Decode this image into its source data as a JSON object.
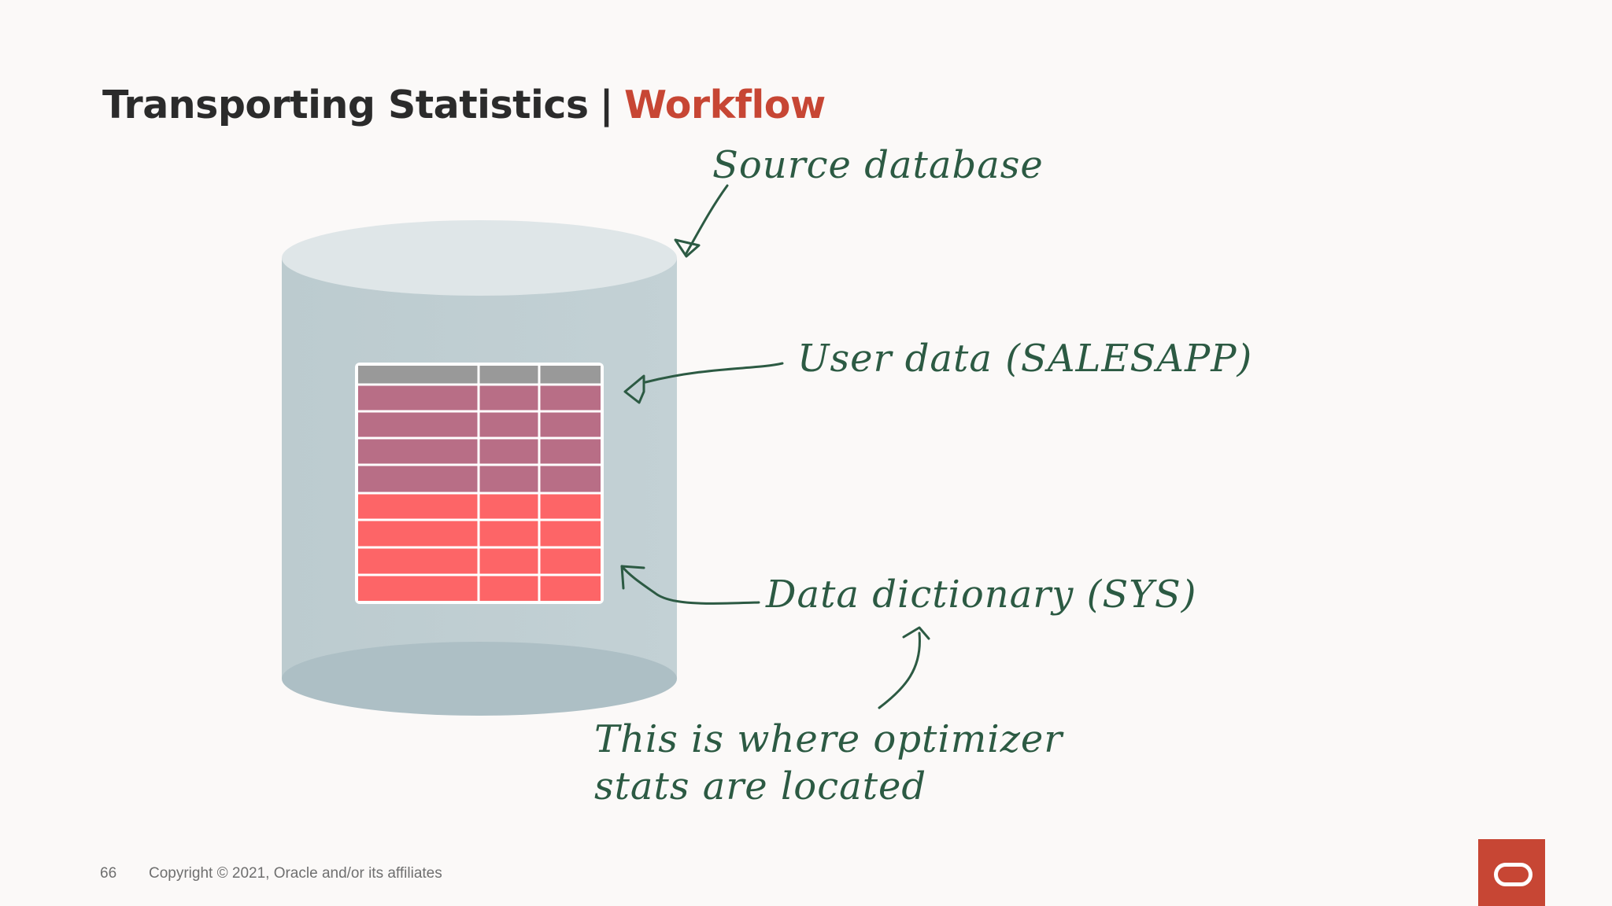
{
  "title": {
    "main": "Transporting Statistics",
    "separator": "|",
    "accent": "Workflow"
  },
  "annotations": {
    "source": "Source database",
    "user_data": "User data (SALESAPP)",
    "dictionary": "Data dictionary (SYS)",
    "note_line1": "This is where optimizer",
    "note_line2": "stats are located"
  },
  "footer": {
    "page_number": "66",
    "copyright": "Copyright © 2021, Oracle and/or its affiliates"
  },
  "colors": {
    "title_accent": "#c74634",
    "handwriting": "#2c5a43",
    "cylinder": "#bfcfd3",
    "user_rows": "#b86e86",
    "sys_rows": "#fd6567",
    "header_row": "#999999",
    "oracle_red": "#c74634"
  },
  "icons": {
    "logo": "oracle-logo-icon"
  }
}
